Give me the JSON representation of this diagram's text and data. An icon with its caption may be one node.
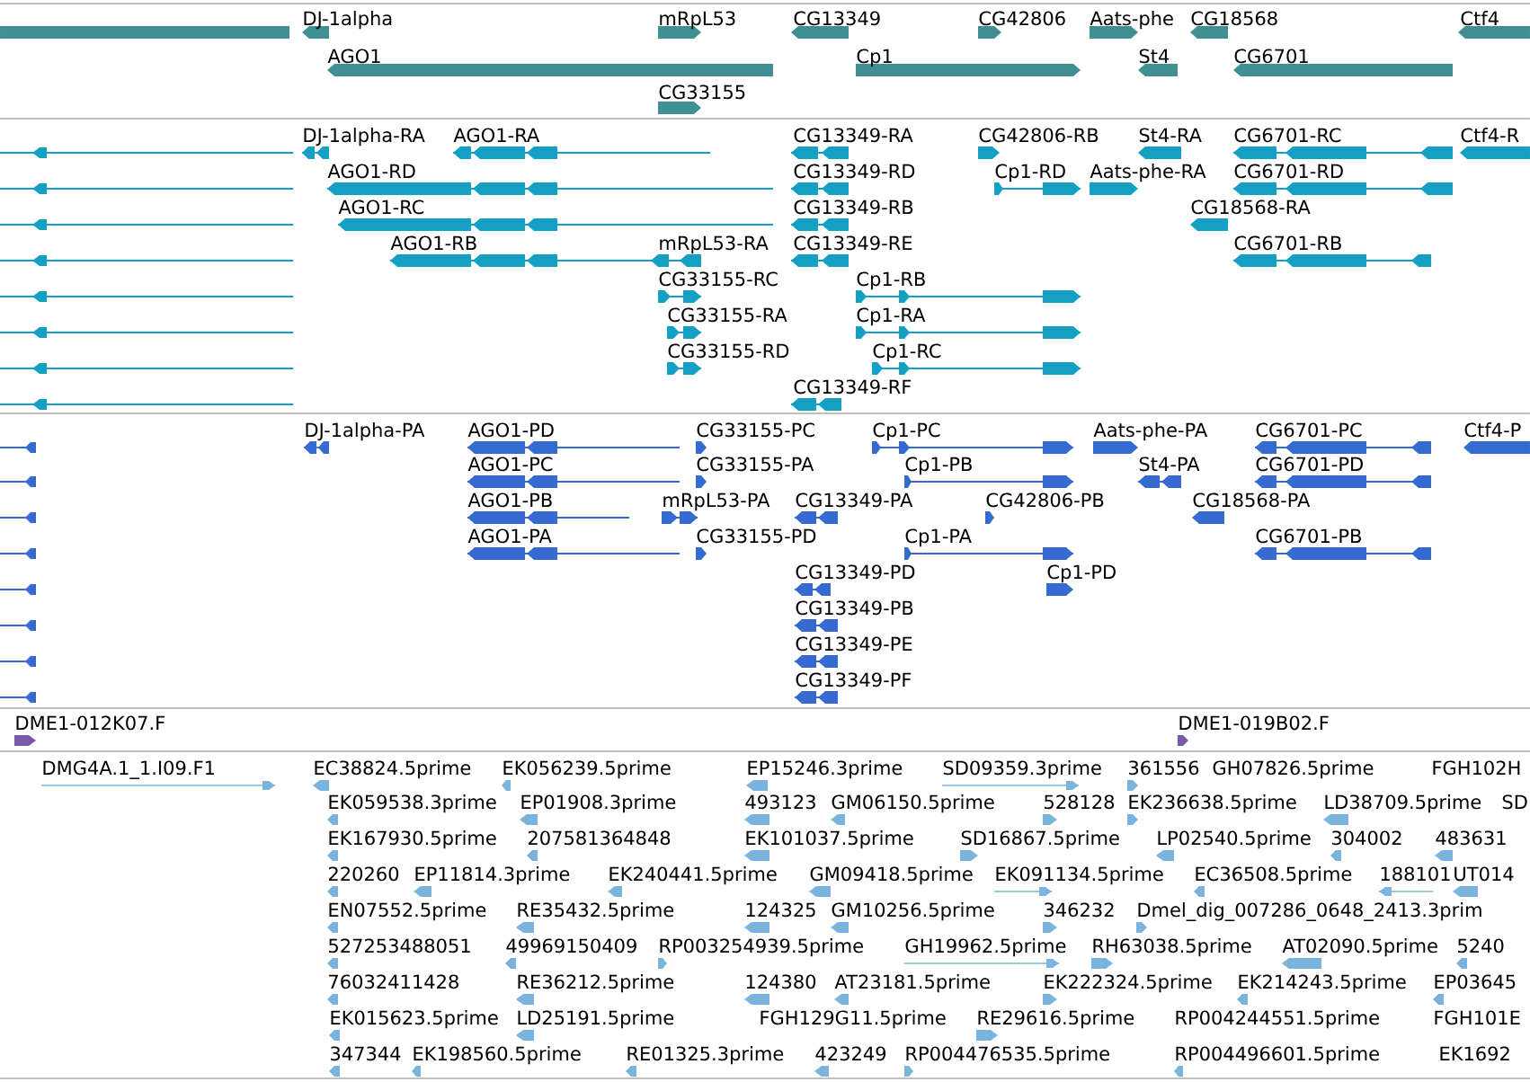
{
  "diagram": {
    "labels": [
      "DJ-1alpha",
      "mRpL53",
      "CG13349",
      "CG42806",
      "Aats-phe",
      "CG18568",
      "Ctf4",
      "AGO1",
      "Cp1",
      "St4",
      "CG6701",
      "CG33155",
      "DJ-1alpha-RA",
      "AGO1-RA",
      "CG13349-RA",
      "CG42806-RB",
      "St4-RA",
      "CG6701-RC",
      "Ctf4-R",
      "AGO1-RD",
      "CG13349-RD",
      "Cp1-RD",
      "Aats-phe-RA",
      "CG6701-RD",
      "AGO1-RC",
      "CG13349-RB",
      "CG18568-RA",
      "AGO1-RB",
      "mRpL53-RA",
      "CG13349-RE",
      "CG6701-RB",
      "CG33155-RC",
      "Cp1-RB",
      "CG33155-RA",
      "Cp1-RA",
      "CG33155-RD",
      "Cp1-RC",
      "CG13349-RF",
      "DJ-1alpha-PA",
      "AGO1-PD",
      "CG33155-PC",
      "Cp1-PC",
      "Aats-phe-PA",
      "CG6701-PC",
      "Ctf4-P",
      "AGO1-PC",
      "CG33155-PA",
      "Cp1-PB",
      "St4-PA",
      "CG6701-PD",
      "AGO1-PB",
      "mRpL53-PA",
      "CG13349-PA",
      "CG42806-PB",
      "CG18568-PA",
      "AGO1-PA",
      "CG33155-PD",
      "Cp1-PA",
      "CG6701-PB",
      "CG13349-PD",
      "Cp1-PD",
      "CG13349-PB",
      "CG13349-PE",
      "CG13349-PF",
      "DME1-012K07.F",
      "DME1-019B02.F",
      "DMG4A.1_1.I09.F1",
      "EC38824.5prime",
      "EK056239.5prime",
      "EP15246.3prime",
      "SD09359.3prime",
      "361556",
      "GH07826.5prime",
      "FGH102H",
      "EK059538.3prime",
      "EP01908.3prime",
      "493123",
      "GM06150.5prime",
      "528128",
      "EK236638.5prime",
      "LD38709.5prime",
      "SD",
      "EK167930.5prime",
      "207581364848",
      "EK101037.5prime",
      "SD16867.5prime",
      "LP02540.5prime",
      "304002",
      "483631",
      "220260",
      "EP11814.3prime",
      "EK240441.5prime",
      "GM09418.5prime",
      "EK091134.5prime",
      "EC36508.5prime",
      "188101",
      "UT014",
      "EN07552.5prime",
      "RE35432.5prime",
      "124325",
      "GM10256.5prime",
      "346232",
      "Dmel_dig_007286_0648_2413.3prim",
      "527253488051",
      "49969150409",
      "RP003254939.5prime",
      "GH19962.5prime",
      "RH63038.5prime",
      "AT02090.5prime",
      "5240",
      "76032411428",
      "RE36212.5prime",
      "124380",
      "AT23181.5prime",
      "EK222324.5prime",
      "EK214243.5prime",
      "EP03645",
      "EK015623.5prime",
      "LD25191.5prime",
      "FGH129G11.5prime",
      "RE29616.5prime",
      "RP004244551.5prime",
      "FGH101E",
      "347344",
      "EK198560.5prime",
      "RE01325.3prime",
      "423249",
      "RP004476535.5prime",
      "RP004496601.5prime",
      "EK1692"
    ]
  }
}
